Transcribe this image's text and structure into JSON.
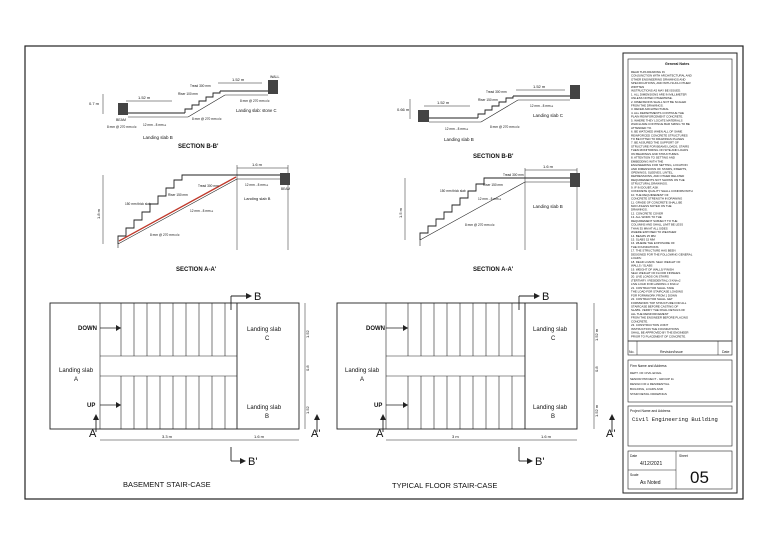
{
  "titles": {
    "left": "BASEMENT STAIR-CASE",
    "right": "TYPICAL FLOOR STAIR-CASE"
  },
  "sections": {
    "bb": "SECTION B-B'",
    "aa": "SECTION A-A'"
  },
  "plan": {
    "down": "DOWN",
    "up": "UP",
    "landing_a_line1": "Landing slab",
    "landing_a_line2": "A",
    "landing_b_line1": "Landing slab",
    "landing_b_line2": "B",
    "landing_c_line1": "Landing slab",
    "landing_c_line2": "C",
    "cut_a": "A",
    "cut_a_prime": "A'",
    "cut_b": "B",
    "cut_b_prime": "B'",
    "dim_152": "1.52",
    "dim_08": "0.8",
    "dim_152m": "1.52 m",
    "left_dim_33": "3.3 m",
    "left_dim_16": "1.6 m",
    "right_dim_3": "3 m",
    "right_dim_16": "1.6 m"
  },
  "section_labels": {
    "dim_152m": "1.52 m",
    "dim_16m": "1.6 m",
    "dim_07m": "0.7 m",
    "dim_066m": "0.66 m",
    "dim_18m": "1.8 m",
    "dim_15m": "1.5 m",
    "tread": "Tread 300 mm",
    "riser": "Riser 150 mm",
    "riser_b": "Riser 100 mm",
    "slab_thk": "12 mm - 8 mm ⌀",
    "bar_spacing": "8 mm @ 270 mm c/c",
    "beam": "BEAM",
    "wall": "WALL",
    "landing_slab_b": "Landing slab B",
    "landing_slab_c": "Landing slab C",
    "landing_c_stone": "Landing slab: stone C",
    "waist": "150 mm thick slab"
  },
  "title_block": {
    "general_notes": "General Notes",
    "notes": [
      "READ THIS DRAWING IN",
      "CONJUNCTION WITH ARCHITECTURAL AND",
      "OTHER ENGINEERING DRAWINGS AND",
      "SPECIFICATIONS, AND WITH SUCH OTHER",
      "WRITTEN",
      "INSTRUCTIONS AS MAY BE ISSUED.",
      "1.   ALL DIMENSIONS ARE IN MILLIMETER",
      "UNLESS NOTED OTHERWISE.",
      "2.   DIMENSIONS SHALL NOT BE SCALED",
      "FROM THE DRAWINGS.",
      "3.   REFER ARCHITECTURAL",
      "4.   ALL DEPARTMENTS CONTINUE THE",
      "PLAIN REINFORCEMENT CONCRETE.",
      "5.   WHERE THEY LOCATE MATERIALS",
      "WHICH ARE CONTINUE BAR SIZING TO BE",
      "ATTENDED TO.",
      "6.   BE WATCHED WHEN ALL OF SAME",
      "REINFORCED CONCRETE STRUCTURES",
      "TO BE FITTED TO DRAWINGS PLANES",
      "7.   BE ASSURED THE SUPPORT OF",
      "STRUCTURE FOR BEAMS LOADS, STAIRS",
      "THEN MONITORING ON SITE AND LOADS",
      "ON BEARINGS AND STRUCTURES.",
      "8.   ATTENTION TO SETTING AND",
      "EMBEDDING WITH THE",
      "ENGINEERING FOR SETTING, LOCATION",
      "AND DIMENSIONS OF STAIRS, INSERTS,",
      "OPENINGS, SLEEVES, LINTEL,",
      "DEPRESSIONS, AND OTHER RELATED",
      "REQUIREMENTS NOT SHOWN ON THE",
      "STRUCTURAL DRAWINGS.",
      "9.   IF IN DOUBT, ASK",
      "CONCRETE QUALITY SHALL CONFIRM WITH",
      "10.  THE REQUIREMENT OF",
      "CONCRETE STRENGTH IN DRAWING",
      "11.  GRADE OF CONCRETE SHALL BE",
      "M20 UNLESS NOTED ON THE",
      "DRAWINGS.",
      "12.  CONCRETE COVER",
      "13.  ALL WORK TO THE",
      "REQUIREMENT SUBJECT TO THE",
      "COLUMNS AND SHALL LIMIT BE LESS",
      "THAN 35 MM AT ALL SIDES",
      "WHERE EXPOSED TO WEATHER",
      "14.  BEAMS 25 MM",
      "15.  SLABS 15 MM",
      "16.  WHERE THE EXPOSURE OF",
      "THE FOUNDATIONS",
      "17.  THE STRUCTURE HAS BEEN",
      "DESIGNED FOR THE FOLLOWING GENERAL",
      "LOADS:",
      "18.  DEAD LOADS: SELF WEIGHT OF",
      "WALLS / SLABS",
      "19.  WEIGHT OF WALLS/ FINISH",
      "SELF WEIGHT OF FLOOR FINISHES",
      "20.  LIVE LOADS ON STAIRS",
      "(TERTIARY / RESIDENTIAL) 3 KN/m2",
      "LIVE LOAD FOR LANDING 4 KN/m2",
      "21.  CONTRACTOR SHALL TAKE",
      "THE LOAD FOR STAIRCASE LOADING",
      "FOR FORMWORK FROM 1 DOWN",
      "22.  CONTRACTOR SHALL GET",
      "FORMWORK TOP STRUCTURE FOR ALL",
      "STAIRCASE BEFORE CASTING OF",
      "SLABS. VERIFY THE FINAL DETAILS OF",
      "ALL THE REINFORCEMENT",
      "FROM THE ENGINEER BEFORE PLACING",
      "CONCRETE.",
      "23.  CONSTRUCTION JOINT",
      "INSTRUCTION THE FOUNDATIONS",
      "SHALL BE APPROVED BY THE ENGINEER",
      "PRIOR TO PLACEMENT OF CONCRETE."
    ],
    "rev_headers": [
      "No.",
      "Revision/Issue",
      "Date"
    ],
    "firm_label": "Firm Name and Address",
    "firm_lines": [
      "DEPT. OF CIVIL ENGG.",
      "SENIOR PROJECT - GROUP 11",
      "DESIGN OF A RESIDENTIAL",
      "BUILDING, LOADS AND",
      "STAIR DETAIL DRAWINGS"
    ],
    "project_label": "Project Name and Address",
    "project_name": "Civil Engineering Building",
    "date_label": "Date",
    "date_value": "4/12/2021",
    "scale_label": "Scale",
    "scale_value": "As Noted",
    "sheet_label": "Sheet",
    "sheet_number": "05"
  }
}
